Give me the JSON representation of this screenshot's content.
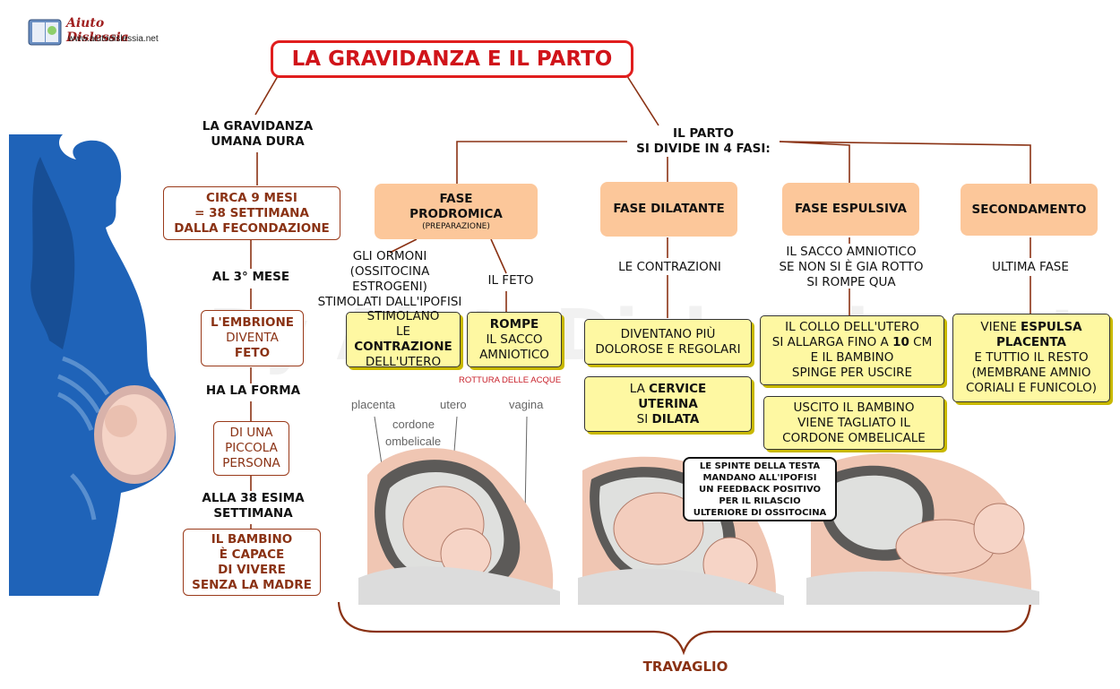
{
  "logo": {
    "brand": "Aiuto Dislessia",
    "url": "www.aiutodislessia.net"
  },
  "watermark": "By AiutoDislessia.net",
  "title": "LA GRAVIDANZA E IL PARTO",
  "left": {
    "head": [
      "LA GRAVIDANZA",
      "UMANA DURA"
    ],
    "box1": [
      "CIRCA 9 MESI",
      "= 38 SETTIMANA",
      "DALLA FECONDAZIONE"
    ],
    "at_month": "AL 3° MESE",
    "box2": [
      "L'EMBRIONE",
      "DIVENTA",
      "FETO"
    ],
    "has_form": "HA LA FORMA",
    "box3": [
      "DI UNA",
      "PICCOLA",
      "PERSONA"
    ],
    "at_week": [
      "ALLA 38 ESIMA",
      "SETTIMANA"
    ],
    "box4": [
      "IL BAMBINO",
      "È CAPACE",
      "DI VIVERE",
      "SENZA LA MADRE"
    ]
  },
  "parto": {
    "head": [
      "IL PARTO",
      "SI DIVIDE IN 4 FASI:"
    ]
  },
  "phases": {
    "prodromica": {
      "title": [
        "FASE",
        "PRODROMICA"
      ],
      "sub": "(PREPARAZIONE)",
      "label_left": [
        "GLI ORMONI",
        "(OSSITOCINA",
        "ESTROGENI)",
        "STIMOLATI DALL'IPOFISI"
      ],
      "label_right": "IL FETO",
      "box_left": {
        "l1": "STIMOLANO",
        "l2a": "LE ",
        "l2b": "CONTRAZIONE",
        "l3": "DELL'UTERO"
      },
      "box_right": {
        "l1": "ROMPE",
        "l2": "IL SACCO",
        "l3": "AMNIOTICO"
      },
      "note": "ROTTURA DELLE ACQUE"
    },
    "dilatante": {
      "title": "FASE DILATANTE",
      "label": "LE CONTRAZIONI",
      "box1": [
        "DIVENTANO PIÙ",
        "DOLOROSE E REGOLARI"
      ],
      "box2": {
        "l1a": "LA ",
        "l1b": "CERVICE",
        "l2": "UTERINA",
        "l3a": "SI ",
        "l3b": "DILATA"
      }
    },
    "espulsiva": {
      "title": "FASE ESPULSIVA",
      "label": [
        "IL SACCO AMNIOTICO",
        "SE NON SI È GIA ROTTO",
        "SI ROMPE QUA"
      ],
      "box1": {
        "l1": "IL COLLO DELL'UTERO",
        "l2a": "SI ALLARGA FINO A ",
        "l2b": "10",
        "l2c": " CM",
        "l3": "E IL BAMBINO",
        "l4": "SPINGE PER USCIRE"
      },
      "box2": [
        "USCITO IL BAMBINO",
        "VIENE TAGLIATO IL",
        "CORDONE OMBELICALE"
      ]
    },
    "secondamento": {
      "title": "SECONDAMENTO",
      "label": "ULTIMA FASE",
      "box": {
        "l1a": "VIENE ",
        "l1b": "ESPULSA",
        "l2": "PLACENTA",
        "l3": "E TUTTIO IL RESTO",
        "l4": "(MEMBRANE AMNIO",
        "l5": "CORIALI E FUNICOLO)"
      }
    }
  },
  "anatomy": {
    "placenta": "placenta",
    "cordone": "cordone",
    "ombelicale": "ombelicale",
    "utero": "utero",
    "vagina": "vagina"
  },
  "callout": [
    "LE SPINTE DELLA TESTA",
    "MANDANO ALL'IPOFISI",
    "UN FEEDBACK POSITIVO",
    "PER IL RILASCIO",
    "ULTERIORE DI OSSITOCINA"
  ],
  "travaglio": "TRAVAGLIO",
  "colors": {
    "title_red": "#d0141a",
    "phase_orange": "#fcc79a",
    "yellow_box": "#fef8a2",
    "brown_text": "#8a3214",
    "silhouette_blue": "#1f63b8"
  }
}
